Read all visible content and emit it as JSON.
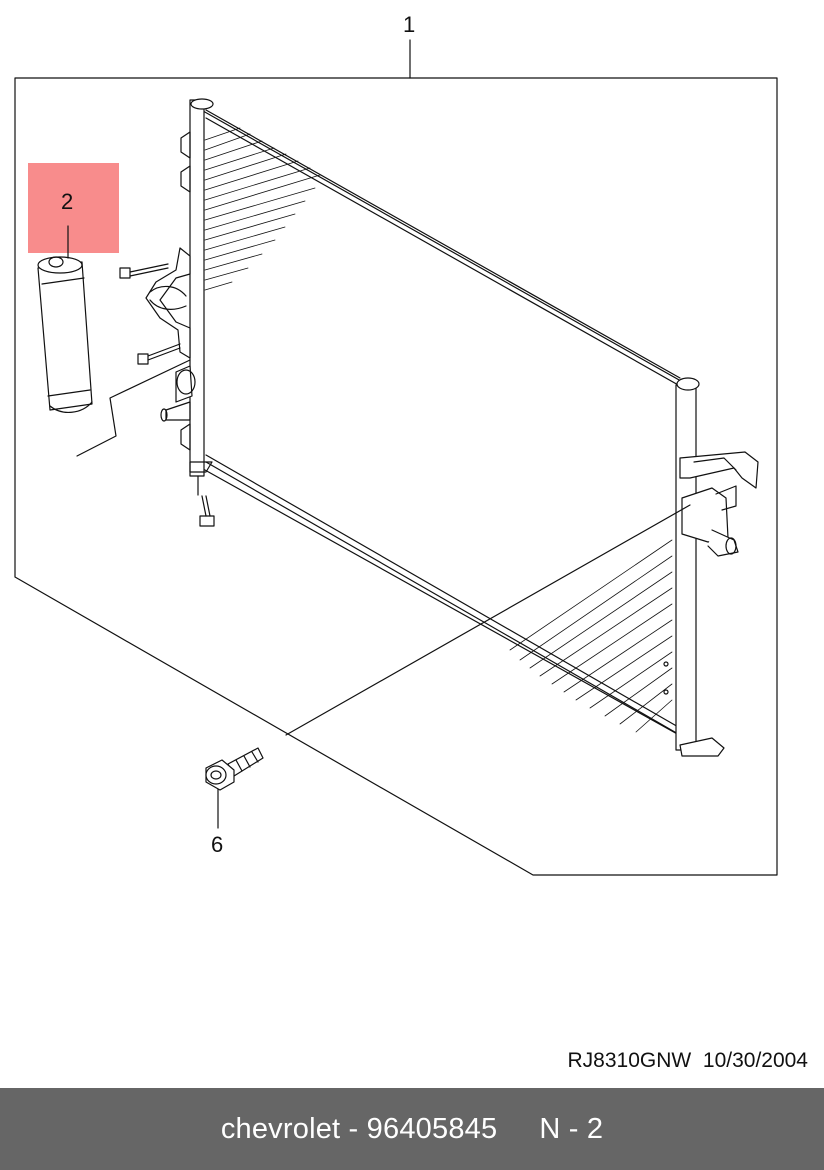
{
  "callouts": {
    "condenser": "1",
    "receiver_drier": "2",
    "bolt": "6"
  },
  "drawing_code": "RJ8310GNW  10/30/2004",
  "footer": {
    "brand_part": "chevrolet - 96405845",
    "page": "N - 2"
  },
  "colors": {
    "highlight": "#f88c8c",
    "footer_bg": "#666666",
    "footer_text": "#ffffff",
    "line": "#111111"
  }
}
